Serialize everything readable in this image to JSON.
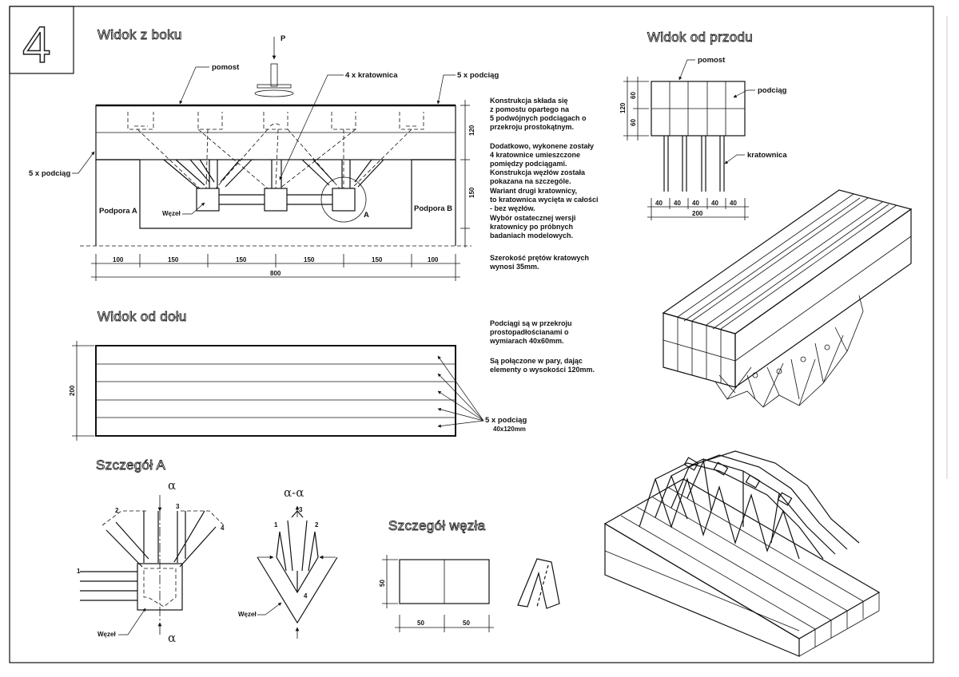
{
  "sheet": {
    "number": "4"
  },
  "titles": {
    "side": "Widok z boku",
    "front": "Widok od przodu",
    "bottom": "Widok od dołu",
    "detailA": "Szczegół A",
    "joint": "Szczegół węzła"
  },
  "side": {
    "load": "P",
    "pomost": "pomost",
    "trusses": "4 x kratownica",
    "beams_top": "5 x podciąg",
    "beams_left": "5 x podciąg",
    "supportA": "Podpora A",
    "supportB": "Podpora B",
    "node": "Węzeł",
    "detail_mark": "A",
    "dim_h": [
      "100",
      "150",
      "150",
      "150",
      "150",
      "100"
    ],
    "dim_total": "800",
    "dim_v1": "120",
    "dim_v2": "150"
  },
  "notes": {
    "p1": [
      "Konstrukcja składa się",
      "z pomostu opartego na",
      "5 podwójnych podciągach o",
      "przekroju prostokątnym."
    ],
    "p2": [
      "Dodatkowo, wykonene zostały",
      "4 kratownice umieszczone",
      "pomiędzy podciągami.",
      "Konstrukcja węzłów została",
      "pokazana na szczególe.",
      "Wariant drugi kratownicy,",
      "to kratownica wycięta w całości",
      "- bez węzłów.",
      "Wybór ostatecznej wersji",
      "kratownicy po próbnych",
      "badaniach modelowych."
    ],
    "p3": [
      "Szerokość prętów kratowych",
      "wynosi 35mm."
    ],
    "p4": [
      "Podciągi są w przekroju",
      "prostopadłościanami o",
      "wymiarach 40x60mm."
    ],
    "p5": [
      "Są połączone w pary, dając",
      "elementy o wysokości 120mm."
    ]
  },
  "front": {
    "pomost": "pomost",
    "podciag": "podciąg",
    "kratownica": "kratownica",
    "dim_v_total": "120",
    "dim_v_top": "60",
    "dim_v_bot": "60",
    "dim_h": [
      "40",
      "40",
      "40",
      "40",
      "40"
    ],
    "dim_total": "200"
  },
  "bottom": {
    "beams": "5 x podciąg",
    "beams_size": "40x120mm",
    "dim_v": "200"
  },
  "detailA": {
    "alpha_top": "α",
    "alpha_bot": "α",
    "section": "α-α",
    "n1": "1",
    "n2": "2",
    "n3": "3",
    "n4": "4",
    "s1": "1",
    "s2": "2",
    "s3": "3",
    "s4": "4",
    "node": "Węzeł",
    "node2": "Węzeł"
  },
  "joint": {
    "dim_v": "50",
    "dim_h1": "50",
    "dim_h2": "50"
  }
}
